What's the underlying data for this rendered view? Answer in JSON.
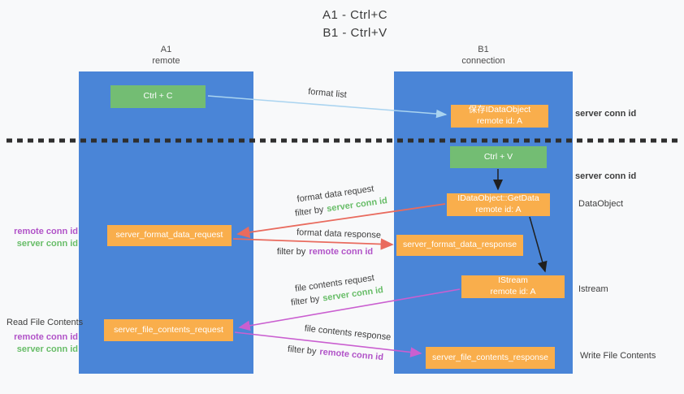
{
  "title": {
    "line1": "A1 - Ctrl+C",
    "line2": "B1 - Ctrl+V"
  },
  "lanes": {
    "left": {
      "name": "A1",
      "role": "remote"
    },
    "right": {
      "name": "B1",
      "role": "connection"
    }
  },
  "nodes": {
    "ctrl_c": {
      "label": "Ctrl + C"
    },
    "save_idataobject": {
      "line1": "保存IDataObject",
      "line2": "remote id: A"
    },
    "ctrl_v": {
      "label": "Ctrl + V"
    },
    "getdata": {
      "line1": "IDataObject::GetData",
      "line2": "remote id: A"
    },
    "format_request": {
      "label": "server_format_data_request"
    },
    "format_response": {
      "label": "server_format_data_response"
    },
    "istream": {
      "line1": "IStream",
      "line2": "remote id: A"
    },
    "file_request": {
      "label": "server_file_contents_request"
    },
    "file_response": {
      "label": "server_file_contents_response"
    }
  },
  "labels": {
    "format_list": "format list",
    "filter_by": "filter by",
    "server_conn_id": "server conn id",
    "remote_conn_id": "remote conn id",
    "format_data_request": "format data request",
    "format_data_response": "format data response",
    "file_contents_request": "file contents request",
    "file_contents_response": "file contents response",
    "read_file_contents": "Read File Contents",
    "write_file_contents": "Write File Contents",
    "dataobject": "DataObject",
    "istream": "Istream"
  },
  "colors": {
    "lane_blue": "#4a85d7",
    "box_green": "#73bd73",
    "box_orange": "#f9ae4c",
    "text_green": "#68bd68",
    "text_purple": "#b153c8",
    "arrow_red": "#e96b5e",
    "arrow_magenta": "#ca5fd0",
    "arrow_light_blue": "#aad4f0",
    "arrow_black": "#1f1f1f"
  }
}
